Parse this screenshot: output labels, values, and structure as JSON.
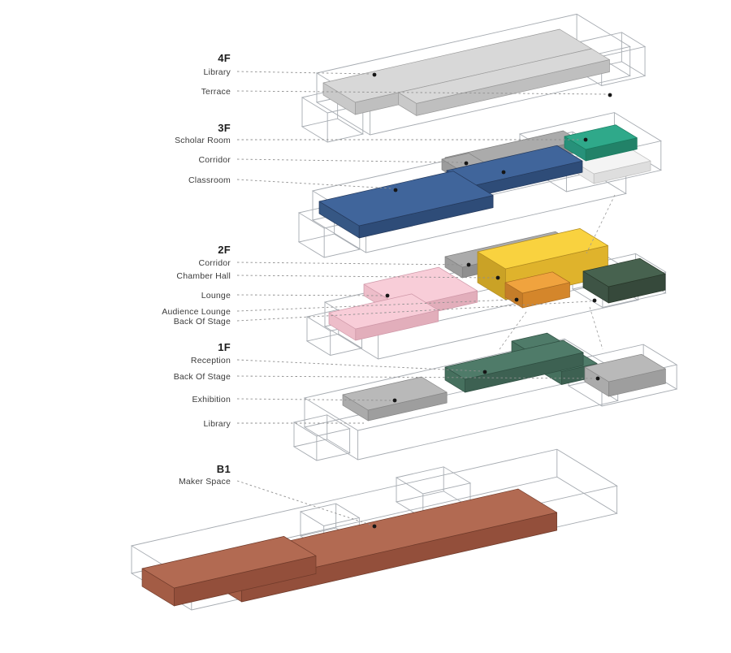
{
  "diagram": {
    "type": "exploded-axonometric-building-diagram",
    "floors": [
      {
        "code": "4F",
        "rooms": [
          "Library",
          "Terrace"
        ]
      },
      {
        "code": "3F",
        "rooms": [
          "Scholar Room",
          "Corridor",
          "Classroom"
        ]
      },
      {
        "code": "2F",
        "rooms": [
          "Corridor",
          "Chamber Hall",
          "Lounge",
          "Audience Lounge",
          "Back Of Stage"
        ]
      },
      {
        "code": "1F",
        "rooms": [
          "Reception",
          "Back Of Stage",
          "Exhibition",
          "Library"
        ]
      },
      {
        "code": "B1",
        "rooms": [
          "Maker Space"
        ]
      }
    ]
  },
  "colors": {
    "background": "#ffffff",
    "wireframe": "#a6abb1",
    "leader": "#8f8f8f",
    "guide": "#9a9a9a",
    "dot": "#161616",
    "floor_code": "#1c1c1c",
    "room_label": "#3c3c3c"
  },
  "palette": {
    "plate_gray": {
      "top": "#d8d8d8",
      "front": "#bfbfbf",
      "side": "#c9c9c9",
      "edge": "#9a9a9a"
    },
    "teal": {
      "top": "#2fa98a",
      "front": "#228268",
      "side": "#27917a",
      "edge": "#177a5e"
    },
    "white_slab": {
      "top": "#f4f4f4",
      "front": "#dedede",
      "side": "#e8e8e8",
      "edge": "#bdbdbd"
    },
    "corridor_gray": {
      "top": "#ababab",
      "front": "#8f8f8f",
      "side": "#9c9c9c",
      "edge": "#7f7f7f"
    },
    "blue": {
      "top": "#40659b",
      "front": "#2e4c78",
      "side": "#365784",
      "edge": "#24395c"
    },
    "yellow": {
      "top": "#f9d23f",
      "front": "#dfb32c",
      "side": "#caa226",
      "edge": "#b08a1f"
    },
    "orange": {
      "top": "#f0a33e",
      "front": "#d4862b",
      "side": "#c57d29",
      "edge": "#a86a20"
    },
    "dark_green": {
      "top": "#47624f",
      "front": "#36493b",
      "side": "#3e5445",
      "edge": "#273628"
    },
    "pink": {
      "top": "#f8cdd8",
      "front": "#e2aebb",
      "side": "#edbdc9",
      "edge": "#cf98a8"
    },
    "reception_green": {
      "top": "#4f7b69",
      "front": "#3d6152",
      "side": "#46705e",
      "edge": "#2f4f42"
    },
    "box_gray": {
      "top": "#b9b9b9",
      "front": "#9e9e9e",
      "side": "#ababab",
      "edge": "#868686"
    },
    "brown": {
      "top": "#b26a52",
      "front": "#934f3b",
      "side": "#a35c45",
      "edge": "#6f3a2a"
    }
  }
}
